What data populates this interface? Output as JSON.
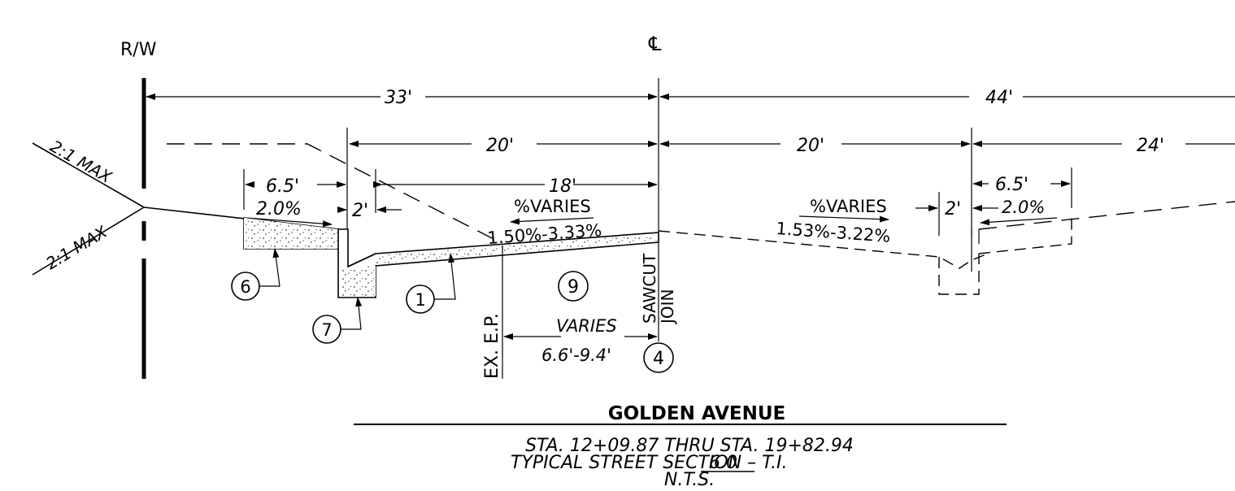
{
  "labels": {
    "rw": "R/W",
    "cl": "℄",
    "dim_33": "33'",
    "dim_44": "44'",
    "dim_20_left": "20'",
    "dim_20_right": "20'",
    "dim_24": "24'",
    "dim_6_5_left": "6.5'",
    "dim_18": "18'",
    "dim_2_left": "2'",
    "slope_2pct_left": "2.0%",
    "varies_pct_left": "%VARIES",
    "varies_range_left": "1.50%-3.33%",
    "varies_pct_right": "%VARIES",
    "varies_range_right": "1.53%-3.22%",
    "dim_2_right": "2'",
    "dim_6_5_right": "6.5'",
    "slope_2pct_right": "2.0%",
    "slope_upper": "2:1 MAX",
    "slope_lower": "2:1 MAX",
    "ex_ep": "EX. E.P.",
    "sawcut": "SAWCUT",
    "join": "JOIN",
    "varies": "VARIES",
    "varies_range": "6.6'-9.4'"
  },
  "callouts": {
    "c6": "6",
    "c7": "7",
    "c1": "1",
    "c9": "9",
    "c4": "4"
  },
  "title": {
    "name": "GOLDEN AVENUE",
    "line1": "STA. 12+09.87 THRU STA. 19+82.94",
    "line2_prefix": "TYPICAL STREET SECTION – T.I.",
    "line2_value": "6.0",
    "line3": "N.T.S."
  }
}
